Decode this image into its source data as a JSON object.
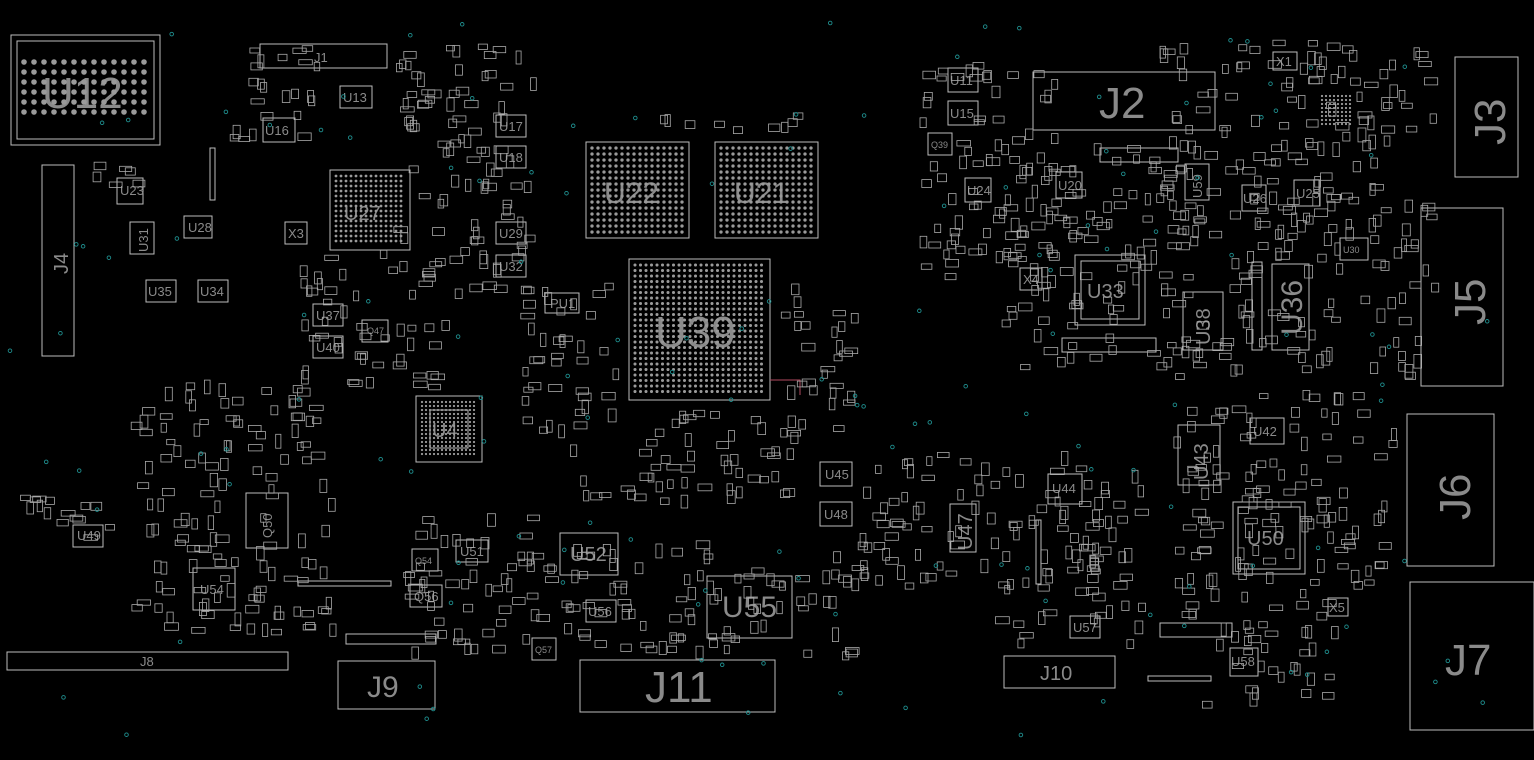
{
  "board": {
    "background": "#000000",
    "outline_color": "#bdbdbd",
    "via_color": "#1f8f8f",
    "label_color": "#8a8a8a"
  },
  "designators": {
    "U12": "U12",
    "J1": "J1",
    "U13": "U13",
    "U16": "U16",
    "U17": "U17",
    "U18": "U18",
    "U23": "U23",
    "U28": "U28",
    "U31": "U31",
    "U35": "U35",
    "U34": "U34",
    "U27": "U27",
    "X3": "X3",
    "U29": "U29",
    "U32": "U32",
    "U37": "U37",
    "Q47": "Q47",
    "U40": "U40",
    "U22": "U22",
    "U21": "U21",
    "PU1": "PU1",
    "U39": "U39",
    "U4": "U4",
    "J4": "J4",
    "Q50": "Q50",
    "U49": "U49",
    "U54": "U54",
    "J8": "J8",
    "J9": "J9",
    "Q54": "Q54",
    "U51": "U51",
    "Q56": "Q56",
    "U52": "U52",
    "U56": "U56",
    "Q57": "Q57",
    "U55": "U55",
    "J11": "J11",
    "U45": "U45",
    "U48": "U48",
    "U47": "U47",
    "J2": "J2",
    "U11": "U11",
    "U15": "U15",
    "Q39": "Q39",
    "U24": "U24",
    "U20": "U20",
    "U33": "U33",
    "X4": "X4",
    "U59": "U59",
    "U26": "U26",
    "U25": "U25",
    "U38": "U38",
    "U36": "U36",
    "X1": "X1",
    "U30": "U30",
    "J3": "J3",
    "J5": "J5",
    "U43": "U43",
    "U42": "U42",
    "J6": "J6",
    "U44": "U44",
    "U50": "U50",
    "U57": "U57",
    "J10": "J10",
    "U58": "U58",
    "X5": "X5",
    "J7": "J7"
  }
}
